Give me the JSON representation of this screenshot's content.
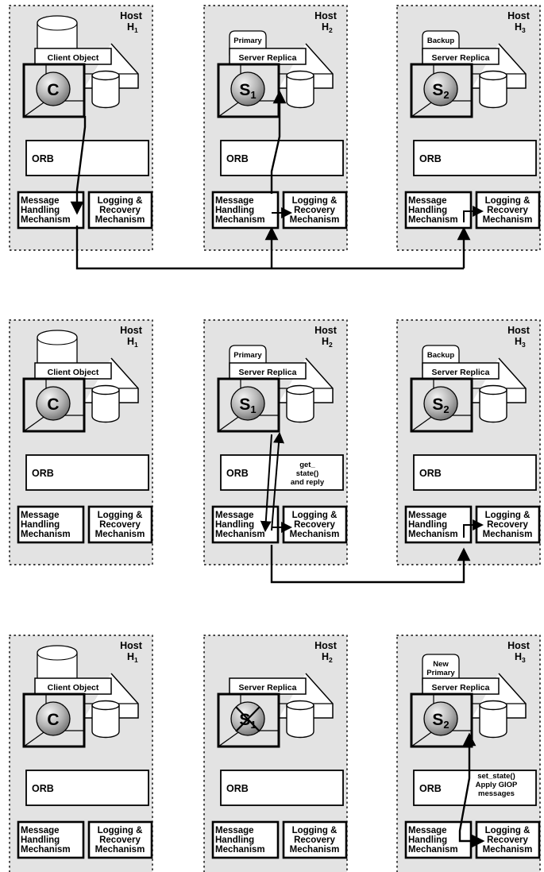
{
  "hosts": [
    {
      "title": "Host",
      "subscript": "1"
    },
    {
      "title": "Host",
      "subscript": "2"
    },
    {
      "title": "Host",
      "subscript": "3"
    }
  ],
  "labels": {
    "orb": "ORB",
    "message_handling": [
      "Message",
      "Handling",
      "Mechanism"
    ],
    "logging_recovery": [
      "Logging &",
      "Recovery",
      "Mechanism"
    ]
  },
  "scenes": [
    {
      "panels": [
        {
          "object_label": "Client Object",
          "glyph": "C",
          "glyph_sub": "",
          "tag": [],
          "crossed": false,
          "note": []
        },
        {
          "object_label": "Server Replica",
          "glyph": "S",
          "glyph_sub": "1",
          "tag": [
            "Primary"
          ],
          "crossed": false,
          "note": []
        },
        {
          "object_label": "Server Replica",
          "glyph": "S",
          "glyph_sub": "2",
          "tag": [
            "Backup"
          ],
          "crossed": false,
          "note": []
        }
      ]
    },
    {
      "panels": [
        {
          "object_label": "Client Object",
          "glyph": "C",
          "glyph_sub": "",
          "tag": [],
          "crossed": false,
          "note": []
        },
        {
          "object_label": "Server Replica",
          "glyph": "S",
          "glyph_sub": "1",
          "tag": [
            "Primary"
          ],
          "crossed": false,
          "note": [
            "get_",
            "state()",
            "and reply"
          ]
        },
        {
          "object_label": "Server Replica",
          "glyph": "S",
          "glyph_sub": "2",
          "tag": [
            "Backup"
          ],
          "crossed": false,
          "note": []
        }
      ]
    },
    {
      "panels": [
        {
          "object_label": "Client Object",
          "glyph": "C",
          "glyph_sub": "",
          "tag": [],
          "crossed": false,
          "note": []
        },
        {
          "object_label": "Server Replica",
          "glyph": "S",
          "glyph_sub": "1",
          "tag": [],
          "crossed": true,
          "note": []
        },
        {
          "object_label": "Server Replica",
          "glyph": "S",
          "glyph_sub": "2",
          "tag": [
            "New",
            "Primary"
          ],
          "crossed": false,
          "note": [
            "set_state()",
            "Apply GIOP",
            "messages"
          ]
        }
      ]
    }
  ],
  "colors": {
    "panel_fill": "#e3e3e3",
    "box_fill": "#ffffff",
    "stroke": "#000000",
    "sphere_light": "#f2f2f2",
    "sphere_dark": "#6f6f6f"
  }
}
